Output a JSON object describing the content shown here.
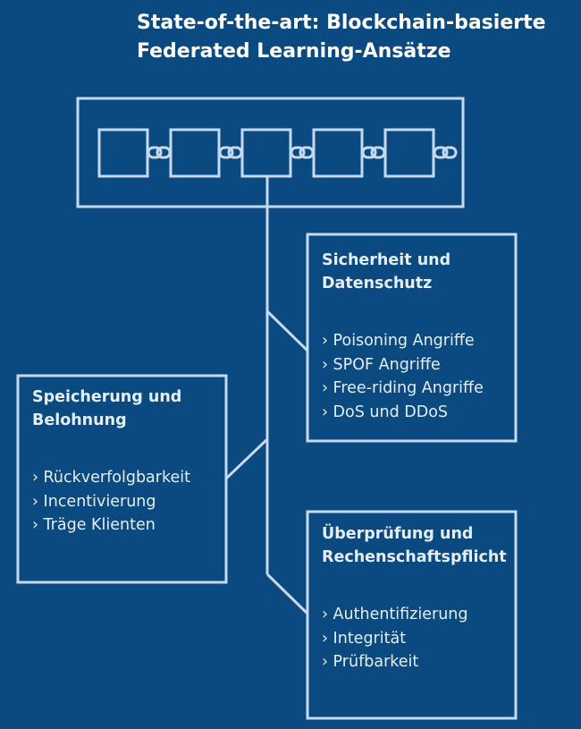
{
  "title": [
    "State-of-the-art: Blockchain-basierte",
    "Federated Learning-Ansätze"
  ],
  "colors": {
    "background": "#0b4a80",
    "line": "#c5d9f0",
    "text": "#ffffff"
  },
  "boxes": {
    "security": {
      "heading": [
        "Sicherheit und",
        "Datenschutz"
      ],
      "items": [
        "› Poisoning Angriffe",
        "› SPOF Angriffe",
        "› Free-riding Angriffe",
        "› DoS und DDoS"
      ]
    },
    "storage": {
      "heading": [
        "Speicherung und",
        "Belohnung"
      ],
      "items": [
        "› Rückverfolgbarkeit",
        "› Incentivierung",
        "› Träge Klienten"
      ]
    },
    "verification": {
      "heading": [
        "Überprüfung und",
        "Rechenschaftspflicht"
      ],
      "items": [
        "› Authentifizierung",
        "› Integrität",
        "› Prüfbarkeit"
      ]
    }
  }
}
